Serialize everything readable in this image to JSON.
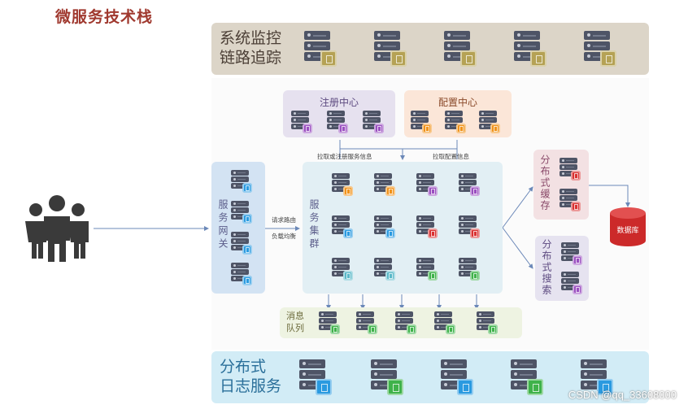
{
  "title": "微服务技术栈",
  "monitor": {
    "line1": "系统监控",
    "line2": "链路追踪"
  },
  "registry": {
    "title": "注册中心"
  },
  "config": {
    "title": "配置中心"
  },
  "gateway": {
    "label": "服务网关"
  },
  "cluster": {
    "label": "服务集群"
  },
  "cache": {
    "label": "分布式缓存"
  },
  "search": {
    "label": "分布式搜索"
  },
  "database": {
    "label": "数据库"
  },
  "mq": {
    "line1": "消息",
    "line2": "队列"
  },
  "logging": {
    "line1": "分布式",
    "line2": "日志服务"
  },
  "arrows": {
    "pull_register": "拉取或注册服务信息",
    "pull_config": "拉取配置信息",
    "route1": "请求路由",
    "route2": "负载均衡"
  },
  "watermark": "CSDN @qq_33608000",
  "colors": {
    "monitor_bg": "#dcd5c8",
    "logging_bg": "#d2ecf6",
    "registry_bg": "#e6e1ef",
    "config_bg": "#fbe6d8",
    "gateway_bg": "#d3e3f3",
    "cluster_bg": "#e2eff4",
    "cache_bg": "#f3e1e3",
    "search_bg": "#e6e3f0",
    "mq_bg": "#eef3e2",
    "db": "#cc2a2a",
    "title": "#a0392f",
    "cube_green": "#3fb24a",
    "cube_olive": "#b5a255",
    "cube_blue": "#2a9ae0",
    "cube_purple": "#9a4fc0",
    "cube_orange": "#f0921a",
    "cube_red": "#d93232",
    "cube_teal": "#5ab8c8"
  }
}
